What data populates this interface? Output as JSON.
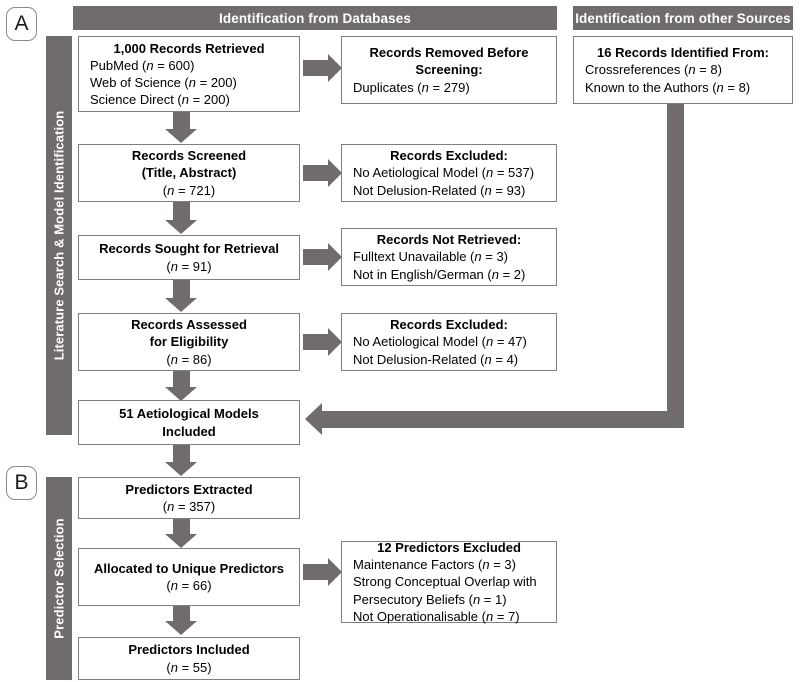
{
  "figure": {
    "type": "prisma-flow-diagram",
    "accent_gray": "#706c6c",
    "border_gray": "#808080",
    "text_color": "#000000",
    "background": "#ffffff"
  },
  "sections": {
    "a": {
      "badge": "A",
      "side_label": "Literature Search & Model Identification",
      "headers": {
        "databases": "Identification from Databases",
        "other_sources": "Identification from other Sources"
      }
    },
    "b": {
      "badge": "B",
      "side_label": "Predictor Selection"
    }
  },
  "nodes": {
    "records_retrieved": {
      "title": "1,000 Records Retrieved",
      "lines": [
        "PubMed (n = 600)",
        "Web of Science (n = 200)",
        "Science Direct (n = 200)"
      ]
    },
    "records_removed": {
      "title_line1": "Records Removed Before",
      "title_line2": "Screening:",
      "lines": [
        "Duplicates (n = 279)"
      ]
    },
    "other_sources": {
      "title": "16 Records Identified From:",
      "lines": [
        "Crossreferences (n = 8)",
        "Known to the Authors (n = 8)"
      ]
    },
    "records_screened": {
      "title_line1": "Records Screened",
      "title_line2": "(Title, Abstract)",
      "count": "(n = 721)"
    },
    "records_excluded_1": {
      "title": "Records Excluded:",
      "lines": [
        "No Aetiological Model (n = 537)",
        "Not Delusion-Related (n = 93)"
      ]
    },
    "records_sought": {
      "title": "Records Sought for Retrieval",
      "count": "(n = 91)"
    },
    "records_not_retrieved": {
      "title": "Records Not Retrieved:",
      "lines": [
        "Fulltext Unavailable (n = 3)",
        "Not in English/German (n = 2)"
      ]
    },
    "records_assessed": {
      "title_line1": "Records Assessed",
      "title_line2": "for Eligibility",
      "count": "(n = 86)"
    },
    "records_excluded_2": {
      "title": "Records Excluded:",
      "lines": [
        "No Aetiological Model (n = 47)",
        "Not Delusion-Related (n = 4)"
      ]
    },
    "models_included": {
      "title_line1": "51 Aetiological Models",
      "title_line2": "Included"
    },
    "predictors_extracted": {
      "title": "Predictors Extracted",
      "count": "(n = 357)"
    },
    "predictors_allocated": {
      "title": "Allocated to Unique Predictors",
      "count": "(n = 66)"
    },
    "predictors_excluded": {
      "title": "12 Predictors Excluded",
      "lines": [
        "Maintenance Factors (n = 3)",
        "Strong Conceptual Overlap with",
        "Persecutory Beliefs (n = 1)",
        "Not Operationalisable (n = 7)"
      ]
    },
    "predictors_included": {
      "title": "Predictors Included",
      "count": "(n = 55)"
    }
  },
  "connectors": {
    "down_1": "arrow-down-records-retrieved-to-screened",
    "down_2": "arrow-down-screened-to-sought",
    "down_3": "arrow-down-sought-to-assessed",
    "down_4": "arrow-down-assessed-to-included",
    "down_5": "arrow-down-included-to-predictors-extracted",
    "down_6": "arrow-down-extracted-to-allocated",
    "down_7": "arrow-down-allocated-to-included",
    "right_1": "arrow-right-retrieved-to-removed",
    "right_2": "arrow-right-screened-to-excluded",
    "right_3": "arrow-right-sought-to-not-retrieved",
    "right_4": "arrow-right-assessed-to-excluded",
    "right_5": "arrow-right-allocated-to-predictors-excluded",
    "elbow_left": "elbow-other-sources-to-models-included"
  }
}
